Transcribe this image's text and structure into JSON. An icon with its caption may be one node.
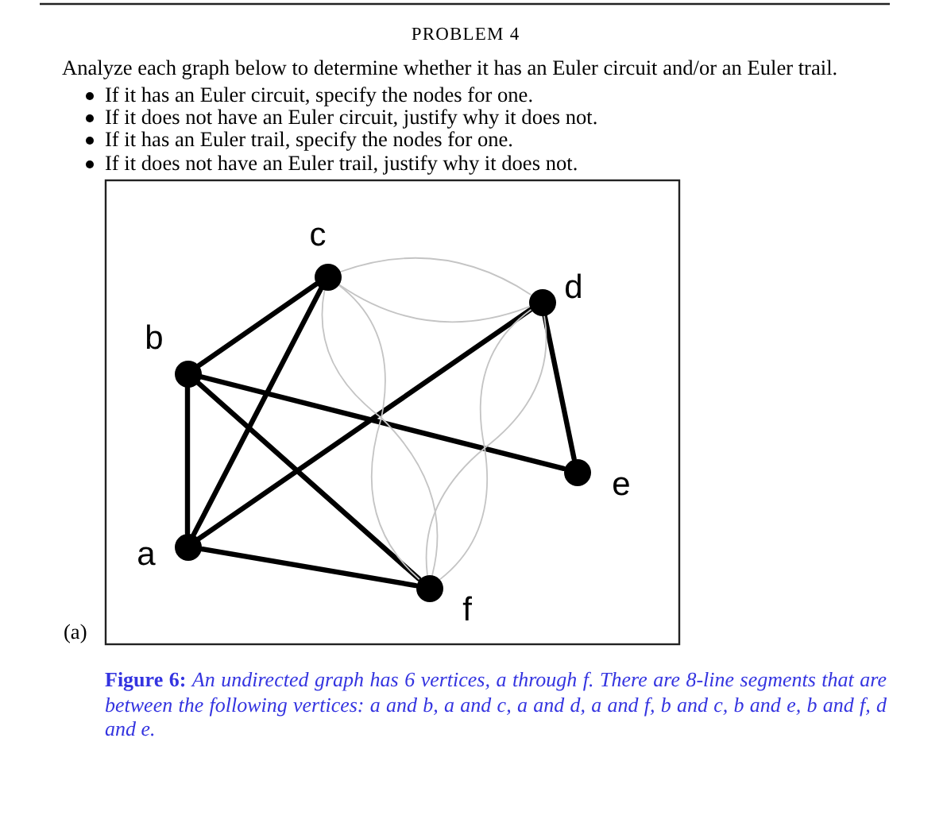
{
  "diagram": {
    "title": "PROBLEM 4",
    "caption": "**Figure 6:** *An undirected graph has 6 vertices, a through f. There are 8-line segments that are between the following vertices: a and b, a and c, a and d, a and f, b and c, b and e, b and f, d and e.*",
    "nodes": [
      {
        "text": [],
        "shape": "circle",
        "beside": [
          "c"
        ]
      },
      {
        "text": [],
        "shape": "circle",
        "beside": [
          "d"
        ]
      },
      {
        "text": [],
        "shape": "circle",
        "beside": [
          "b"
        ]
      },
      {
        "text": [],
        "shape": "circle",
        "beside": [
          "e"
        ]
      },
      {
        "text": [],
        "shape": "circle",
        "beside": [
          "a"
        ]
      },
      {
        "text": [],
        "shape": "circle",
        "beside": [
          "f"
        ]
      }
    ],
    "edges": [
      {
        "from": 4,
        "to": 2,
        "arrow": "none"
      },
      {
        "from": 4,
        "to": 0,
        "arrow": "none"
      },
      {
        "from": 4,
        "to": 1,
        "arrow": "none"
      },
      {
        "from": 4,
        "to": 5,
        "arrow": "none"
      },
      {
        "from": 2,
        "to": 0,
        "arrow": "none"
      },
      {
        "from": 2,
        "to": 3,
        "arrow": "none"
      },
      {
        "from": 2,
        "to": 5,
        "arrow": "none"
      },
      {
        "from": 1,
        "to": 3,
        "arrow": "none"
      },
      {
        "from": 0,
        "to": 1,
        "arrow": "none",
        "color": "#c4c4c4"
      },
      {
        "from": 0,
        "to": 1,
        "arrow": "none",
        "color": "#c4c4c4"
      },
      {
        "from": 0,
        "to": 5,
        "arrow": "none",
        "color": "#c4c4c4"
      },
      {
        "from": 0,
        "to": 5,
        "arrow": "none",
        "color": "#c4c4c4"
      },
      {
        "from": 1,
        "to": 5,
        "arrow": "none",
        "color": "#c4c4c4"
      },
      {
        "from": 1,
        "to": 5,
        "arrow": "none",
        "color": "#c4c4c4"
      }
    ],
    "labels": [
      "Analyze each graph below to determine whether it has an Euler circuit and/or an Euler trail.",
      "If it has an Euler circuit, specify the nodes for one.",
      "If it does not have an Euler circuit, justify why it does not.",
      "If it has an Euler trail, specify the nodes for one.",
      "If it does not have an Euler trail, justify why it does not.",
      "(a)"
    ]
  }
}
